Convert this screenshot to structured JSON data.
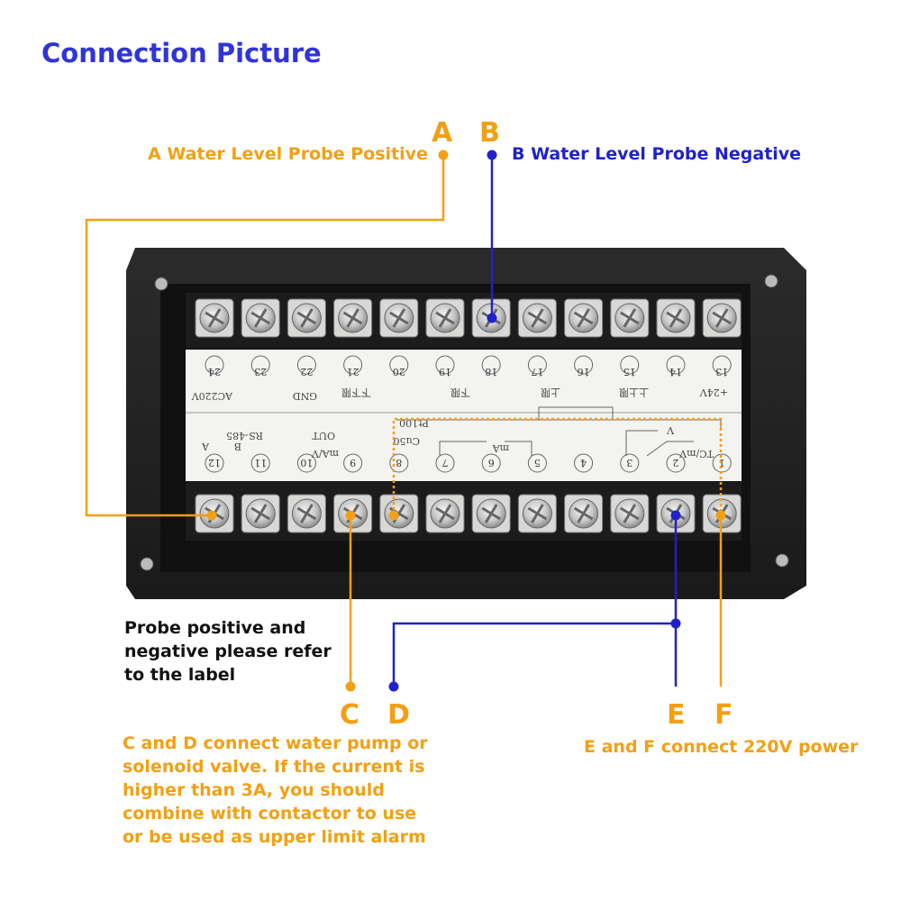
{
  "title": "Connection Picture",
  "markers": {
    "a": {
      "letter": "A",
      "label": "A Water Level Probe Positive"
    },
    "b": {
      "letter": "B",
      "label": "B Water Level Probe Negative"
    },
    "c": {
      "letter": "C"
    },
    "d": {
      "letter": "D"
    },
    "e": {
      "letter": "E"
    },
    "f": {
      "letter": "F"
    }
  },
  "notes": {
    "probe": "Probe positive and negative please refer to the label",
    "cd": "C and D connect water pump or solenoid valve. If the current is higher than 3A,  you should combine with contactor to use or be used as upper limit alarm",
    "ef": "E and F connect 220V power"
  },
  "label": {
    "top_numbers": [
      "24",
      "23",
      "22",
      "21",
      "20",
      "19",
      "18",
      "17",
      "16",
      "15",
      "14",
      "13"
    ],
    "top_words": [
      "AC220V",
      "GND",
      "下下限",
      "下限",
      "上限",
      "上上限",
      "+24V"
    ],
    "bottom_numbers": [
      "12",
      "11",
      "10",
      "9",
      "8",
      "7",
      "6",
      "5",
      "4",
      "3",
      "2",
      "1"
    ],
    "bottom_words": [
      "RS-485",
      "B",
      "A",
      "OUT",
      "mA/V",
      "Pt100",
      "Cu50",
      "mA",
      "V",
      "TC/mV"
    ]
  },
  "colors": {
    "orange": "#f2a013",
    "blue": "#1f22c9",
    "title": "#2f35d6"
  }
}
